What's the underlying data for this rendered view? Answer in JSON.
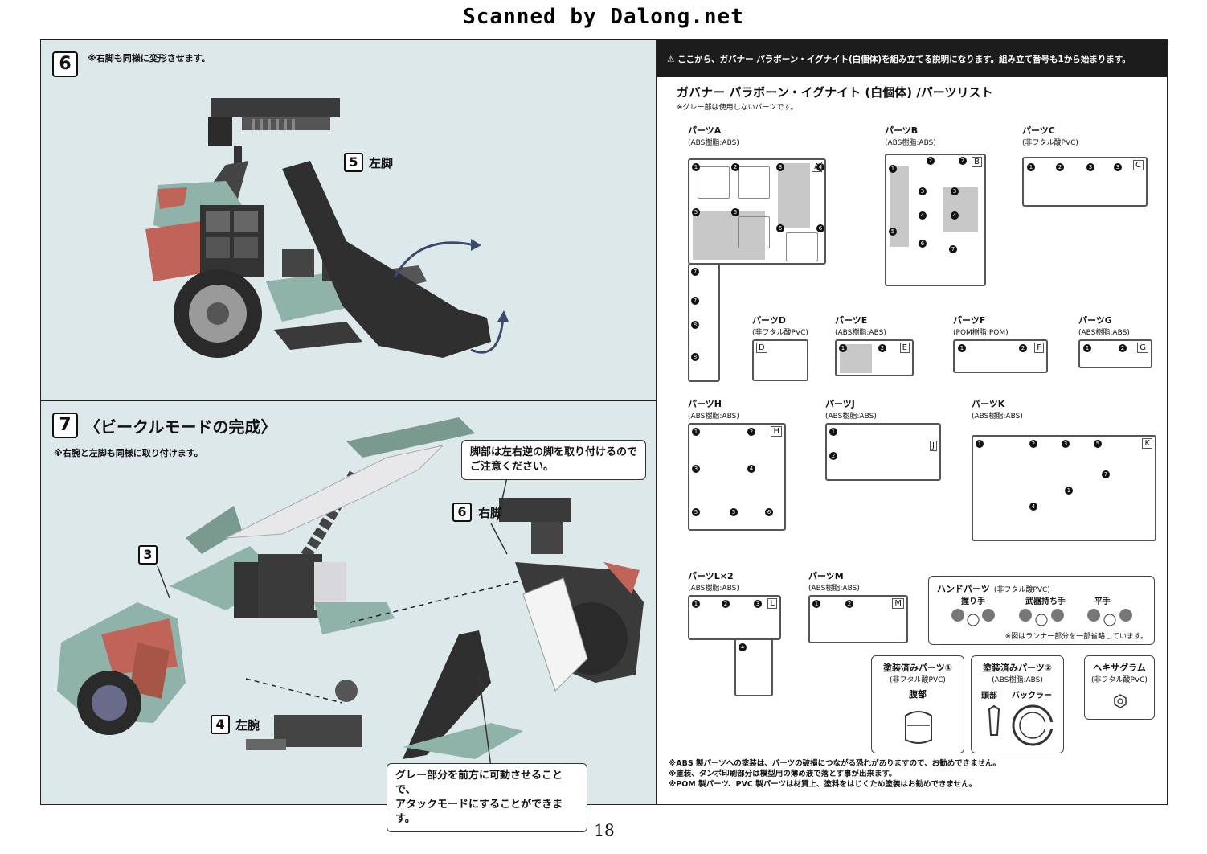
{
  "banner": "Scanned by Dalong.net",
  "page_number": "18",
  "step6": {
    "number": "6",
    "note": "※右脚も同様に変形させます。",
    "callout_num": "5",
    "callout_label": "左脚"
  },
  "step7": {
    "number": "7",
    "title": "〈ビークルモードの完成〉",
    "note": "※右腕と左脚も同様に取り付けます。",
    "bubble_top": [
      "脚部は左右逆の脚を取り付けるので",
      "ご注意ください。"
    ],
    "bubble_bottom": [
      "グレー部分を前方に可動させることで、",
      "アタックモードにすることができます。"
    ],
    "callout_3": "3",
    "callout_4_num": "4",
    "callout_4_label": "左腕",
    "callout_6_num": "6",
    "callout_6_label": "右脚"
  },
  "parts": {
    "notice": "⚠ ここから、ガバナー パラボーン・イグナイト(白個体)を組み立てる説明になります。組み立て番号も1から始まります。",
    "title": "ガバナー パラボーン・イグナイト (白個体) /パーツリスト",
    "subtitle": "※グレー部は使用しないパーツです。",
    "groups": [
      {
        "name": "パーツA",
        "material": "(ABS樹脂:ABS)",
        "letter": "A"
      },
      {
        "name": "パーツB",
        "material": "(ABS樹脂:ABS)",
        "letter": "B"
      },
      {
        "name": "パーツC",
        "material": "(非フタル酸PVC)",
        "letter": "C"
      },
      {
        "name": "パーツD",
        "material": "(非フタル酸PVC)",
        "letter": "D"
      },
      {
        "name": "パーツE",
        "material": "(ABS樹脂:ABS)",
        "letter": "E"
      },
      {
        "name": "パーツF",
        "material": "(POM樹脂:POM)",
        "letter": "F"
      },
      {
        "name": "パーツG",
        "material": "(ABS樹脂:ABS)",
        "letter": "G"
      },
      {
        "name": "パーツH",
        "material": "(ABS樹脂:ABS)",
        "letter": "H"
      },
      {
        "name": "パーツJ",
        "material": "(ABS樹脂:ABS)",
        "letter": "J"
      },
      {
        "name": "パーツK",
        "material": "(ABS樹脂:ABS)",
        "letter": "K"
      },
      {
        "name": "パーツL×2",
        "material": "(ABS樹脂:ABS)",
        "letter": "L"
      },
      {
        "name": "パーツM",
        "material": "(ABS樹脂:ABS)",
        "letter": "M"
      }
    ],
    "hand": {
      "title": "ハンドパーツ",
      "material": "(非フタル酸PVC)",
      "items": [
        "握り手",
        "武器持ち手",
        "平手"
      ],
      "note": "※図はランナー部分を一部省略しています。"
    },
    "painted1": {
      "title": "塗装済みパーツ①",
      "material": "(非フタル酸PVC)",
      "item": "腹部"
    },
    "painted2": {
      "title": "塗装済みパーツ②",
      "material": "(ABS樹脂:ABS)",
      "items": [
        "頭部",
        "バックラー"
      ]
    },
    "hexagram": {
      "title": "ヘキサグラム",
      "material": "(非フタル酸PVC)"
    },
    "footnotes": [
      "※ABS 製パーツへの塗装は、パーツの破損につながる恐れがありますので、お勧めできません。",
      "※塗装、タンポ印刷部分は模型用の薄め液で落とす事が出来ます。",
      "※POM 製パーツ、PVC 製パーツは材質上、塗料をはじくため塗装はお勧めできません。"
    ]
  },
  "colors": {
    "panel_bg": "#dde8ea",
    "mecha_teal": "#8fb3a8",
    "mecha_red": "#c0645a",
    "mecha_dark": "#3a3a3a"
  }
}
